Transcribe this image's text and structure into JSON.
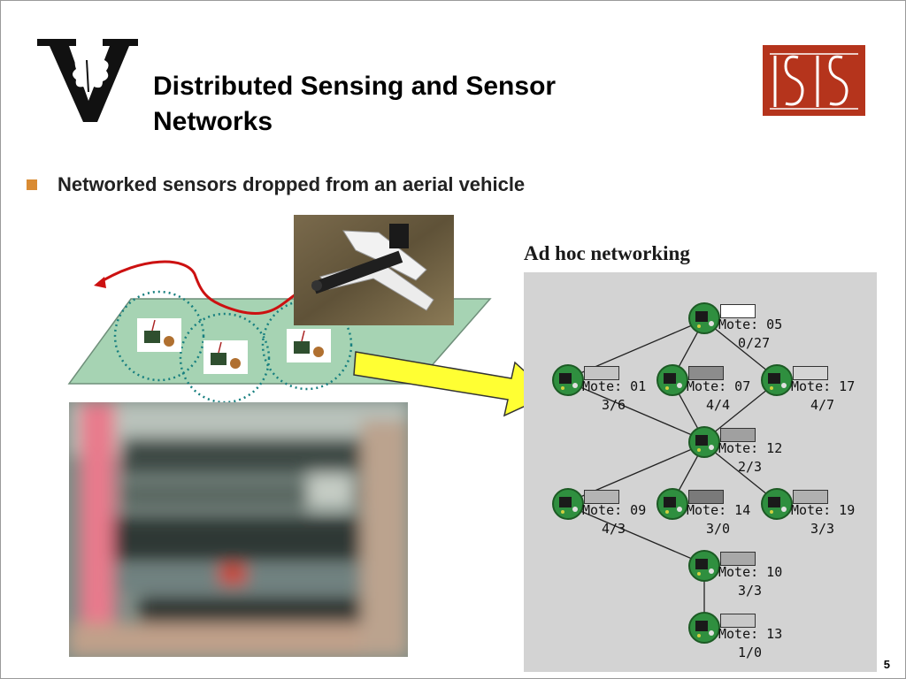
{
  "title": "Distributed Sensing and Sensor Networks",
  "bullet": "Networked sensors dropped from an aerial vehicle",
  "network_label": "Ad hoc networking",
  "page_number": "5",
  "colors": {
    "accent_bullet": "#d98b33",
    "isis_red": "#b5341c",
    "ground_green": "#a6d3b3",
    "arrow_yellow": "#ffff33",
    "flight_path": "#cc1111"
  },
  "motes": [
    {
      "name": "Mote: 05",
      "counts": "0/27",
      "fill": "#ffffff"
    },
    {
      "name": "Mote: 01",
      "counts": "3/6",
      "fill": "#c4c4c4"
    },
    {
      "name": "Mote: 07",
      "counts": "4/4",
      "fill": "#8c8c8c"
    },
    {
      "name": "Mote: 17",
      "counts": "4/7",
      "fill": "#d4d4d4"
    },
    {
      "name": "Mote: 12",
      "counts": "2/3",
      "fill": "#a0a0a0"
    },
    {
      "name": "Mote: 09",
      "counts": "4/3",
      "fill": "#b4b4b4"
    },
    {
      "name": "Mote: 14",
      "counts": "3/0",
      "fill": "#7a7a7a"
    },
    {
      "name": "Mote: 19",
      "counts": "3/3",
      "fill": "#b0b0b0"
    },
    {
      "name": "Mote: 10",
      "counts": "3/3",
      "fill": "#a8a8a8"
    },
    {
      "name": "Mote: 13",
      "counts": "1/0",
      "fill": "#c8c8c8"
    }
  ]
}
